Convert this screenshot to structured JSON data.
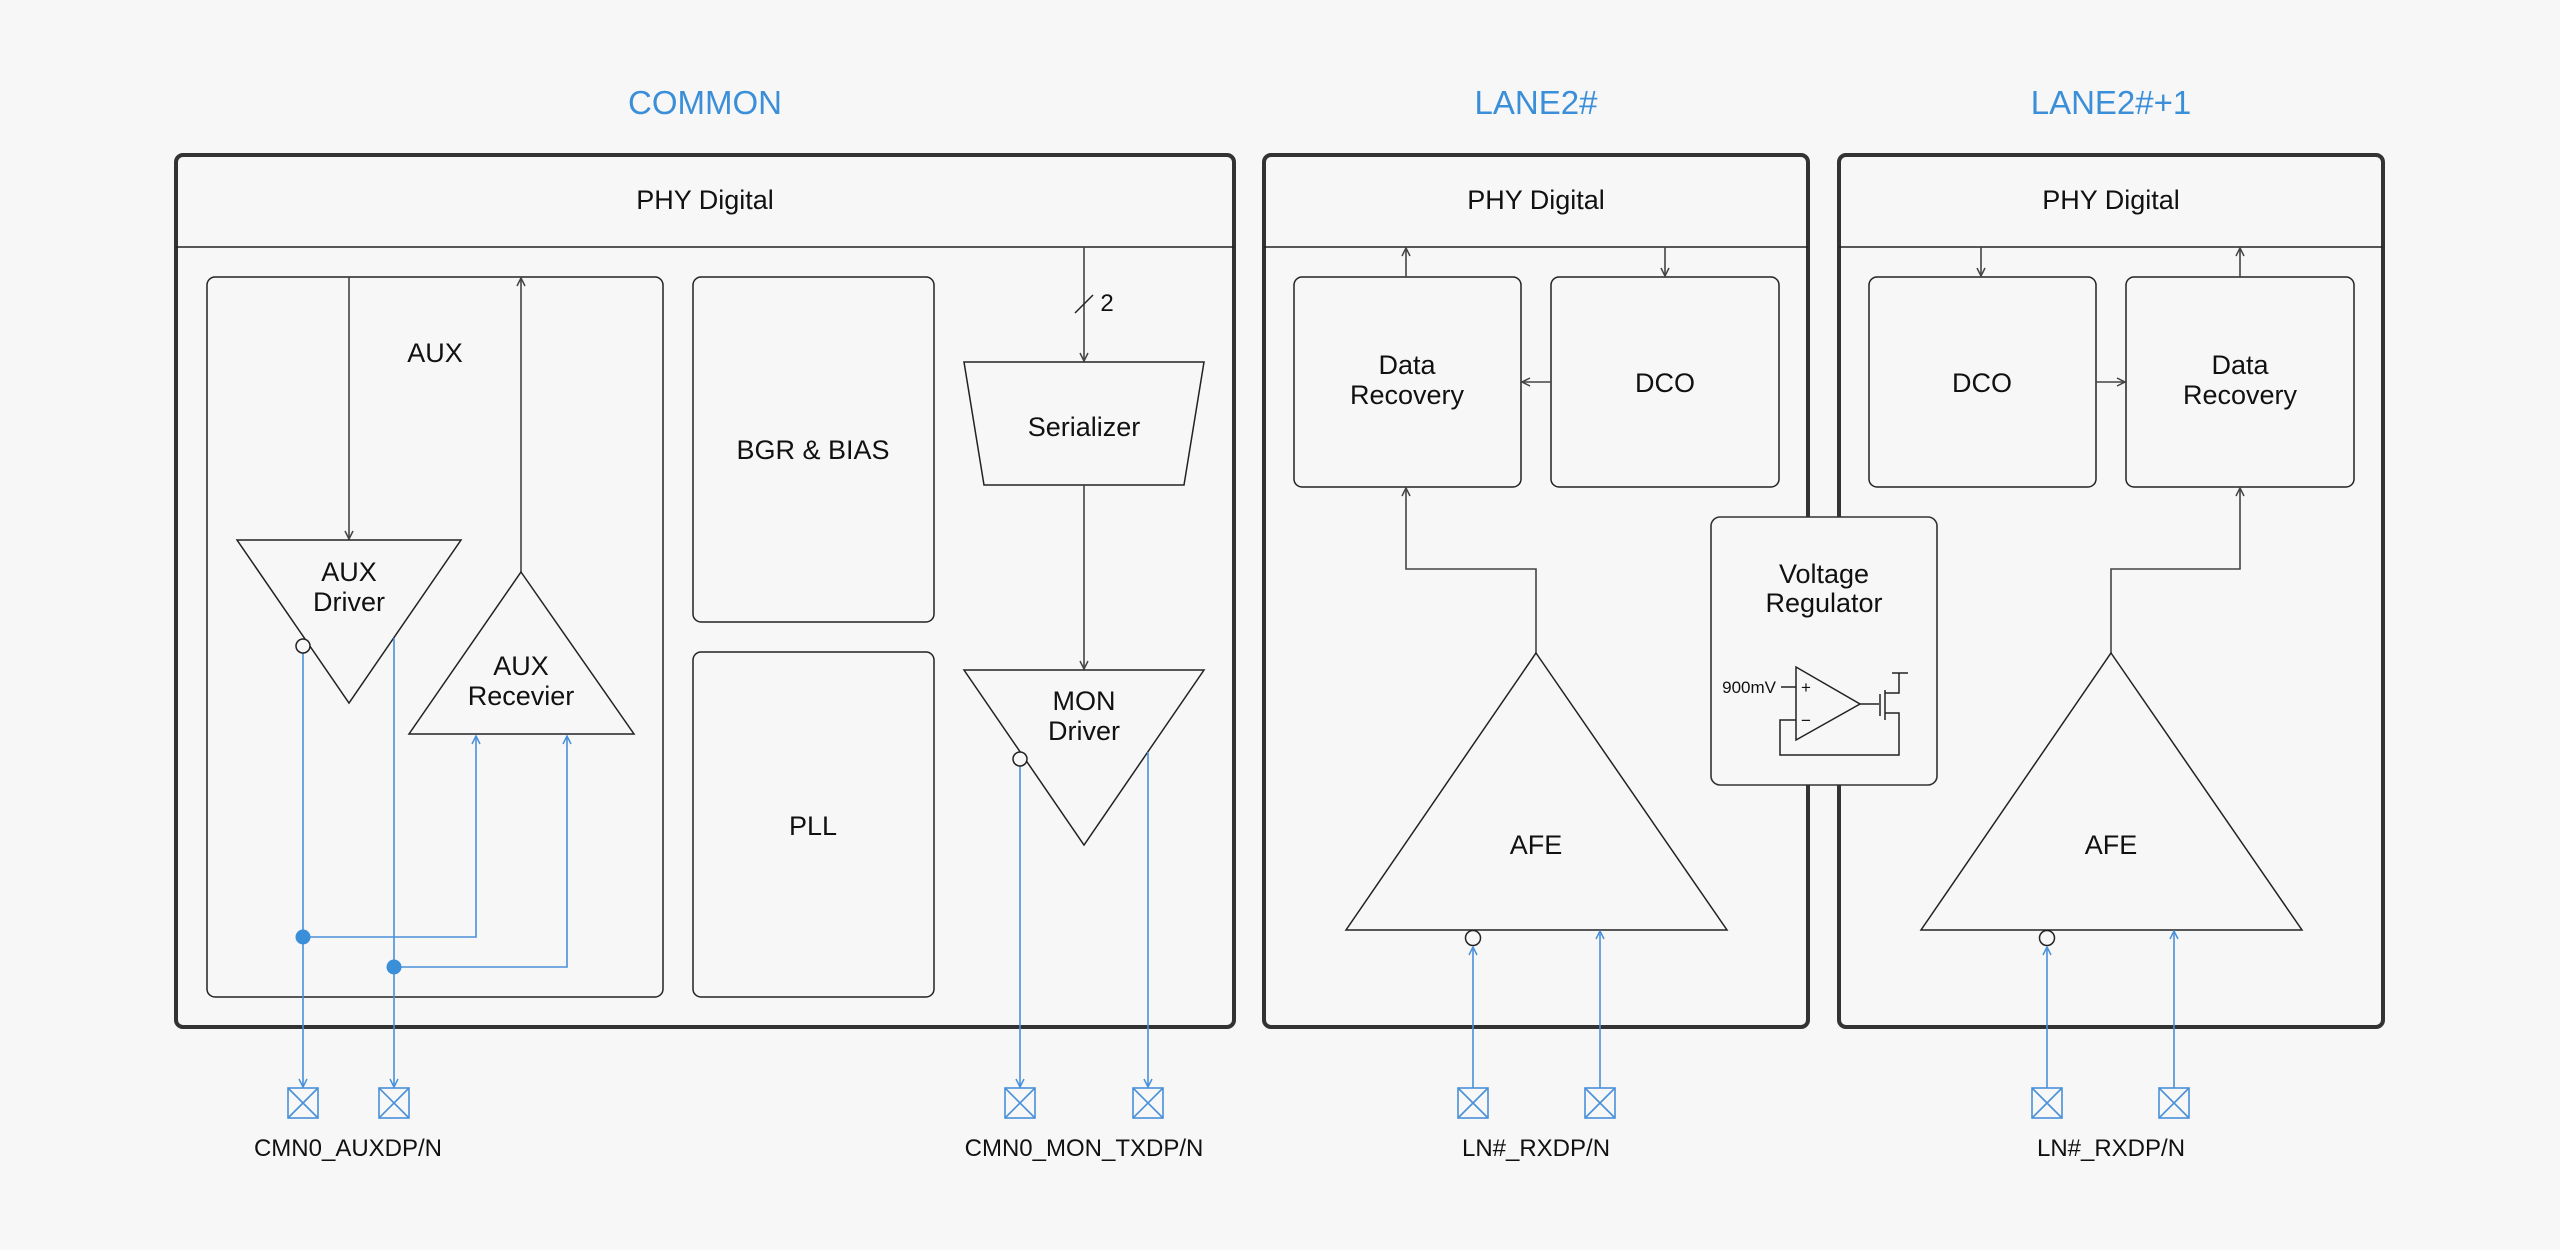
{
  "sections": {
    "common": {
      "title": "COMMON",
      "header": "PHY Digital",
      "aux_group_label": "AUX",
      "aux_driver": [
        "AUX",
        "Driver"
      ],
      "aux_receiver": [
        "AUX",
        "Recevier"
      ],
      "bgr": "BGR & BIAS",
      "pll": "PLL",
      "serializer": "Serializer",
      "bus_width": "2",
      "mon_driver": [
        "MON",
        "Driver"
      ],
      "pins": [
        {
          "label": "CMN0_AUXDP/N"
        },
        {
          "label": "CMN0_MON_TXDP/N"
        }
      ]
    },
    "lane0": {
      "title": "LANE2#",
      "header": "PHY Digital",
      "data_recovery": [
        "Data",
        "Recovery"
      ],
      "dco": "DCO",
      "afe": "AFE",
      "pin_label": "LN#_RXDP/N"
    },
    "lane1": {
      "title": "LANE2#+1",
      "header": "PHY Digital",
      "data_recovery": [
        "Data",
        "Recovery"
      ],
      "dco": "DCO",
      "afe": "AFE",
      "pin_label": "LN#_RXDP/N"
    },
    "regulator": {
      "title": [
        "Voltage",
        "Regulator"
      ],
      "reference": "900mV",
      "plus": "+",
      "minus": "−"
    }
  },
  "colors": {
    "accent": "#3b8fd9",
    "signal": "#4a90d9",
    "stroke": "#333333",
    "background": "#f7f7f7"
  }
}
